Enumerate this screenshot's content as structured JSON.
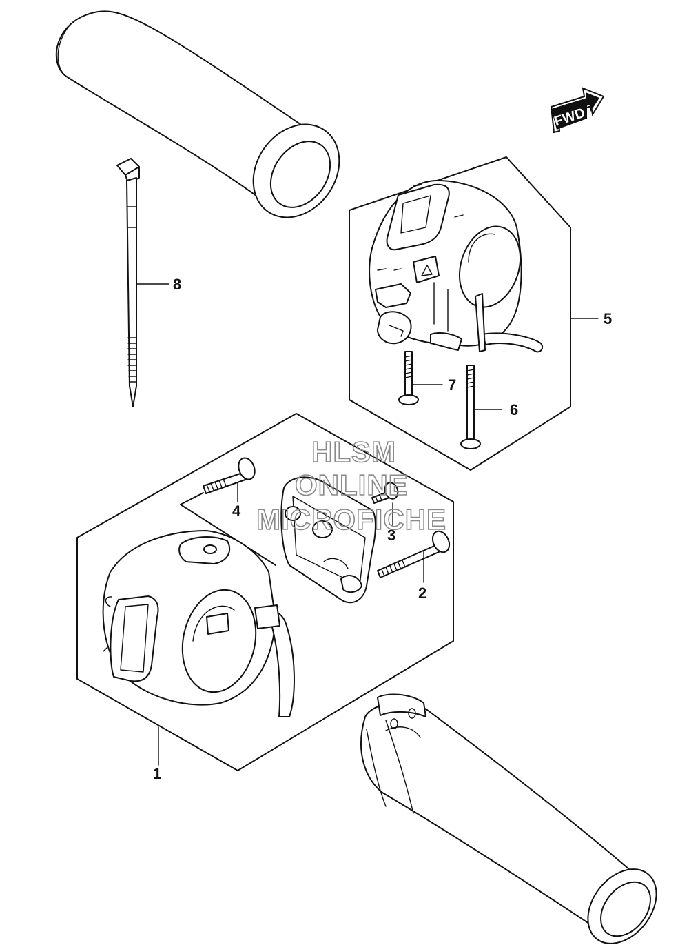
{
  "fwd_label": "FWD",
  "callouts": [
    "1",
    "2",
    "3",
    "4",
    "5",
    "6",
    "7",
    "8"
  ],
  "watermark": {
    "line1": "HLSM",
    "line2": "ONLINE",
    "line3": "MICROFICHE"
  }
}
